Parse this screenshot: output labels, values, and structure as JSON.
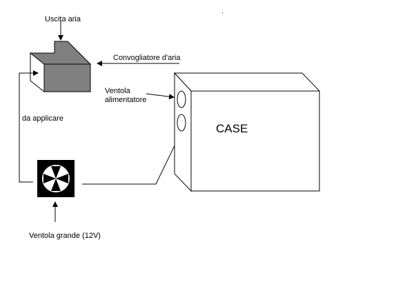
{
  "labels": {
    "air_outlet": "Uscita aria",
    "air_duct": "Convogliatore d'aria",
    "psu_fan_line1": "Ventola",
    "psu_fan_line2": "alimentatore",
    "to_apply": "da applicare",
    "case": "CASE",
    "big_fan": "Ventola grande (12V)"
  },
  "colors": {
    "duct": "#808080",
    "fan": "#000000",
    "line": "#000000"
  }
}
